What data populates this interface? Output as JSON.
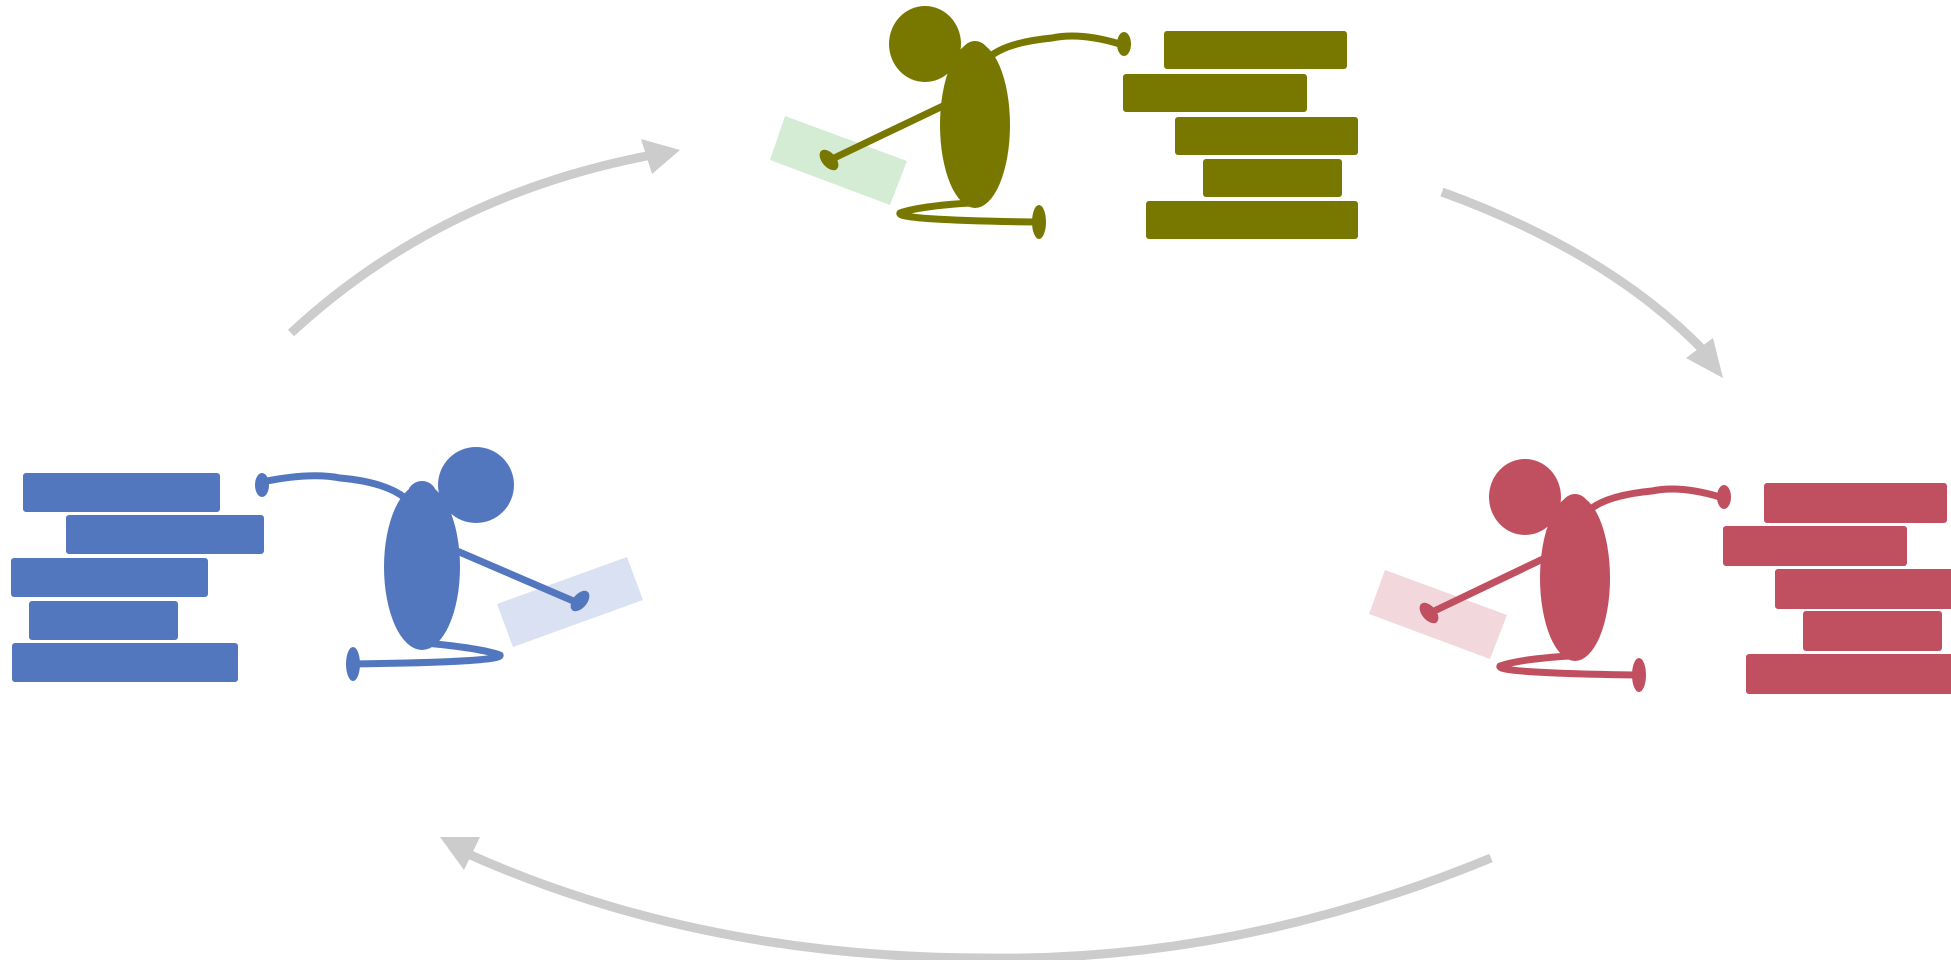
{
  "diagram": {
    "type": "cycle",
    "description_text": "",
    "colors": {
      "arrow": "#cccccc",
      "figure_top": "#787800",
      "figure_right": "#c0505f",
      "figure_left": "#5377be",
      "paper_top": "#d4ecd4",
      "paper_right": "#f2d8dc",
      "paper_left": "#d9e1f2",
      "book_edge": "#ffffff"
    },
    "nodes": [
      {
        "id": "top",
        "icon": "person-with-book-stack-icon",
        "color_key": "figure_top",
        "book_count": 5
      },
      {
        "id": "right",
        "icon": "person-with-book-stack-icon",
        "color_key": "figure_right",
        "book_count": 5
      },
      {
        "id": "left",
        "icon": "person-with-book-stack-icon",
        "color_key": "figure_left",
        "book_count": 5
      }
    ],
    "edges": [
      {
        "from": "left",
        "to": "top"
      },
      {
        "from": "top",
        "to": "right"
      },
      {
        "from": "right",
        "to": "left"
      }
    ]
  }
}
